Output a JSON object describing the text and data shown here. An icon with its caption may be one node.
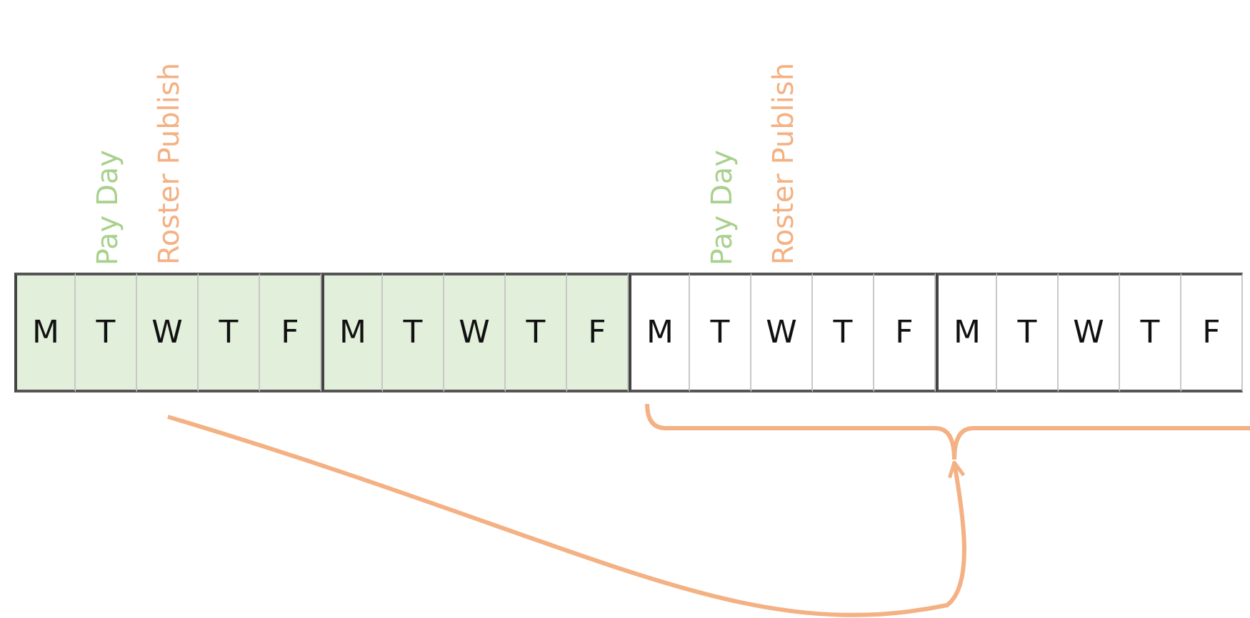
{
  "diagram": {
    "nodes": [
      {
        "text": [
          "M"
        ]
      },
      {
        "text": [
          "T"
        ],
        "beside": [
          "Pay Day"
        ]
      },
      {
        "text": [
          "W"
        ],
        "beside": [
          "Roster Publish"
        ]
      },
      {
        "text": [
          "T"
        ]
      },
      {
        "text": [
          "F"
        ]
      },
      {
        "text": [
          "M"
        ]
      },
      {
        "text": [
          "T"
        ]
      },
      {
        "text": [
          "W"
        ]
      },
      {
        "text": [
          "T"
        ]
      },
      {
        "text": [
          "F"
        ]
      },
      {
        "text": [
          "M"
        ]
      },
      {
        "text": [
          "T"
        ],
        "beside": [
          "Pay Day"
        ]
      },
      {
        "text": [
          "W"
        ],
        "beside": [
          "Roster Publish"
        ]
      },
      {
        "text": [
          "T"
        ]
      },
      {
        "text": [
          "F"
        ]
      },
      {
        "text": [
          "M"
        ]
      },
      {
        "text": [
          "T"
        ]
      },
      {
        "text": [
          "W"
        ]
      },
      {
        "text": [
          "T"
        ]
      },
      {
        "text": [
          "F"
        ]
      },
      {
        "text": [],
        "shape": "bracket"
      }
    ],
    "edges": [
      {
        "from": 2,
        "to": 20,
        "arrow": "to"
      }
    ]
  }
}
